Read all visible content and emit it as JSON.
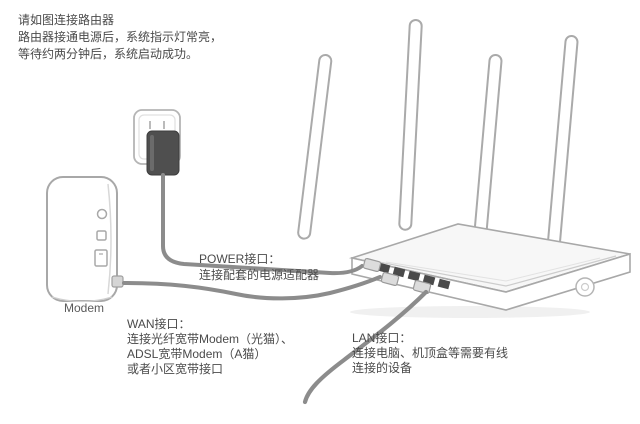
{
  "intro": {
    "line1": "请如图连接路由器",
    "line2": "路由器接通电源后，系统指示灯常亮，",
    "line3": "等待约两分钟后，系统启动成功。"
  },
  "labels": {
    "modem": "Modem",
    "power_title": "POWER接口：",
    "power_desc": "连接配套的电源适配器",
    "wan_title": "WAN接口：",
    "wan_line1": "连接光纤宽带Modem（光猫）、",
    "wan_line2": "ADSL宽带Modem（A猫）",
    "wan_line3": "或者小区宽带接口",
    "lan_title": "LAN接口：",
    "lan_line1": "连接电脑、机顶盒等需要有线",
    "lan_line2": "连接的设备"
  },
  "colors": {
    "cable": "#8c8c8c",
    "outline": "#aaaaaa",
    "adapter_body": "#4f4f4f",
    "text": "#4a4a4a"
  }
}
